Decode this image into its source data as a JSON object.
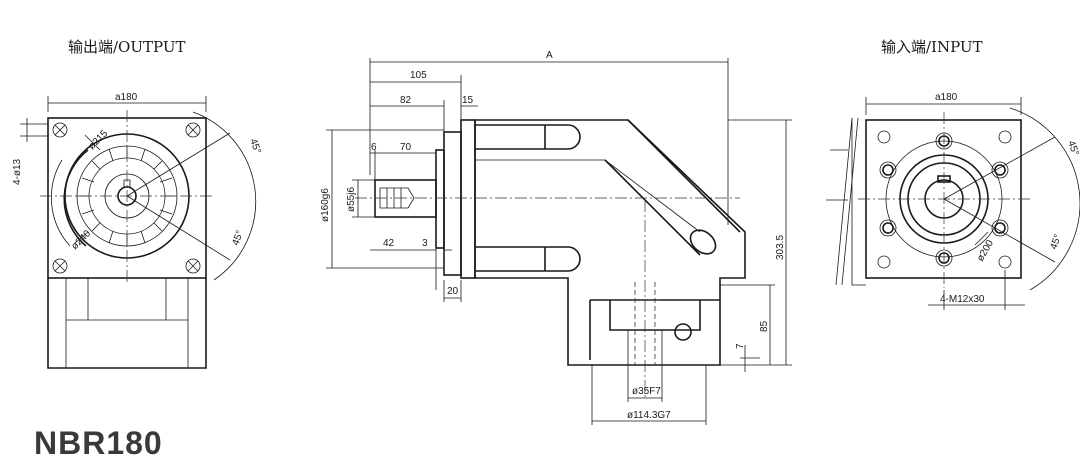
{
  "model": "NBR180",
  "output_view": {
    "caption": "输出端/OUTPUT",
    "dims": {
      "square": "a180",
      "holes": "4-ø13",
      "pcd": "ø215",
      "circle": "ø240",
      "angle_top": "45°",
      "angle_bottom": "45°"
    }
  },
  "side_view": {
    "dims": {
      "overall": "A",
      "d105": "105",
      "d82": "82",
      "d15": "15",
      "d6": "6",
      "d70": "70",
      "d42": "42",
      "d3": "3",
      "d20": "20",
      "flange_dia": "ø160g6",
      "shaft_dia": "ø55j6",
      "height": "303.5",
      "d85": "85",
      "d7": "7",
      "bore": "ø35F7",
      "pilot": "ø114.3G7"
    }
  },
  "input_view": {
    "caption": "输入端/INPUT",
    "dims": {
      "square": "a180",
      "pcd": "ø200",
      "threads": "4-M12x30",
      "angle_top": "45°",
      "angle_bottom": "45°"
    }
  }
}
